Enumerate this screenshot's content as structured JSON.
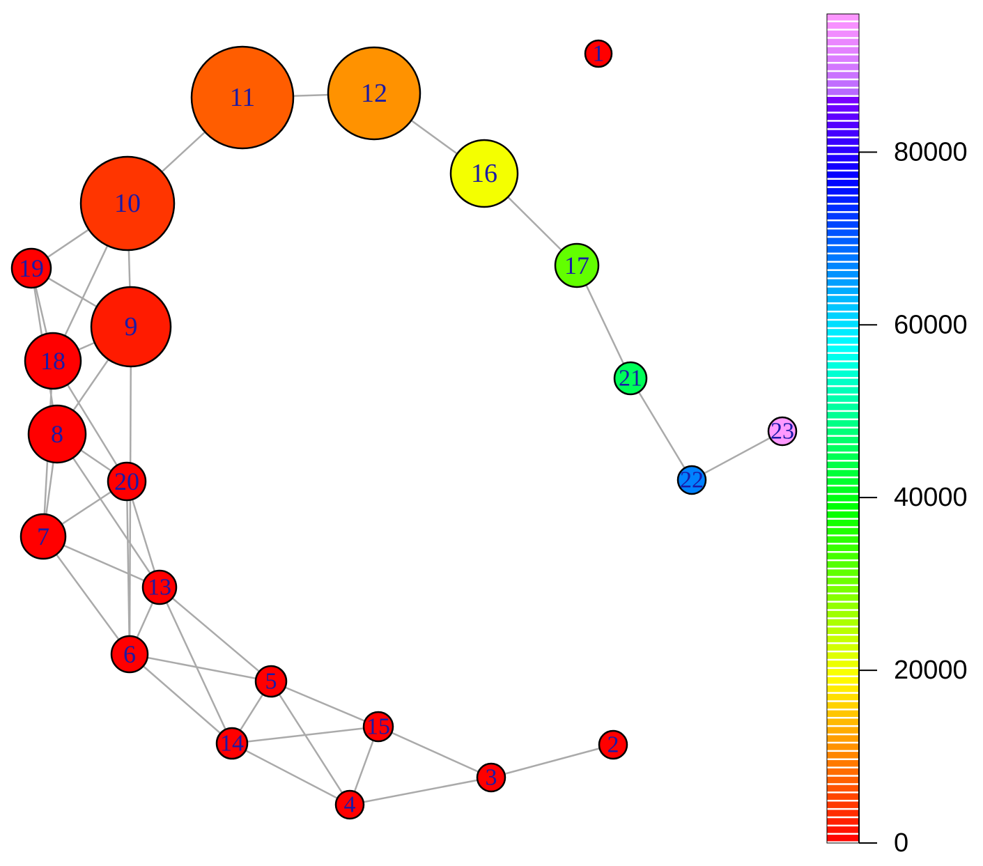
{
  "network": {
    "nodes": [
      {
        "id": "1",
        "label": "1",
        "value": 0
      },
      {
        "id": "2",
        "label": "2",
        "value": 0
      },
      {
        "id": "3",
        "label": "3",
        "value": 0
      },
      {
        "id": "4",
        "label": "4",
        "value": 0
      },
      {
        "id": "5",
        "label": "5",
        "value": 0
      },
      {
        "id": "6",
        "label": "6",
        "value": 0
      },
      {
        "id": "7",
        "label": "7",
        "value": 0
      },
      {
        "id": "8",
        "label": "8",
        "value": 0
      },
      {
        "id": "9",
        "label": "9",
        "value": 2000
      },
      {
        "id": "10",
        "label": "10",
        "value": 4000
      },
      {
        "id": "11",
        "label": "11",
        "value": 7000
      },
      {
        "id": "12",
        "label": "12",
        "value": 11000
      },
      {
        "id": "13",
        "label": "13",
        "value": 0
      },
      {
        "id": "14",
        "label": "14",
        "value": 0
      },
      {
        "id": "15",
        "label": "15",
        "value": 0
      },
      {
        "id": "16",
        "label": "16",
        "value": 20000
      },
      {
        "id": "17",
        "label": "17",
        "value": 31000
      },
      {
        "id": "18",
        "label": "18",
        "value": 0
      },
      {
        "id": "19",
        "label": "19",
        "value": 0
      },
      {
        "id": "20",
        "label": "20",
        "value": 0
      },
      {
        "id": "21",
        "label": "21",
        "value": 45000
      },
      {
        "id": "22",
        "label": "22",
        "value": 67000
      },
      {
        "id": "23",
        "label": "23",
        "value": 96000
      }
    ],
    "edges": [
      [
        "11",
        "12"
      ],
      [
        "12",
        "16"
      ],
      [
        "16",
        "17"
      ],
      [
        "17",
        "21"
      ],
      [
        "21",
        "22"
      ],
      [
        "22",
        "23"
      ],
      [
        "11",
        "10"
      ],
      [
        "10",
        "19"
      ],
      [
        "10",
        "18"
      ],
      [
        "10",
        "9"
      ],
      [
        "19",
        "9"
      ],
      [
        "19",
        "18"
      ],
      [
        "19",
        "8"
      ],
      [
        "9",
        "18"
      ],
      [
        "9",
        "8"
      ],
      [
        "9",
        "6"
      ],
      [
        "18",
        "7"
      ],
      [
        "18",
        "20"
      ],
      [
        "8",
        "7"
      ],
      [
        "8",
        "20"
      ],
      [
        "8",
        "13"
      ],
      [
        "20",
        "7"
      ],
      [
        "20",
        "6"
      ],
      [
        "20",
        "13"
      ],
      [
        "7",
        "13"
      ],
      [
        "7",
        "6"
      ],
      [
        "13",
        "6"
      ],
      [
        "13",
        "5"
      ],
      [
        "13",
        "14"
      ],
      [
        "6",
        "5"
      ],
      [
        "6",
        "14"
      ],
      [
        "5",
        "14"
      ],
      [
        "5",
        "15"
      ],
      [
        "5",
        "4"
      ],
      [
        "14",
        "15"
      ],
      [
        "14",
        "4"
      ],
      [
        "15",
        "4"
      ],
      [
        "15",
        "3"
      ],
      [
        "4",
        "3"
      ],
      [
        "3",
        "2"
      ]
    ],
    "label_color": "#1a1aa6",
    "edge_color": "#aaaaaa",
    "node_border_color": "#000000"
  },
  "colorbar": {
    "range": [
      0,
      96000
    ],
    "ticks": [
      0,
      20000,
      40000,
      60000,
      80000
    ],
    "tick_labels": [
      "0",
      "20000",
      "40000",
      "60000",
      "80000"
    ],
    "palette": "rainbow (red → yellow → green → cyan → blue → magenta)"
  }
}
